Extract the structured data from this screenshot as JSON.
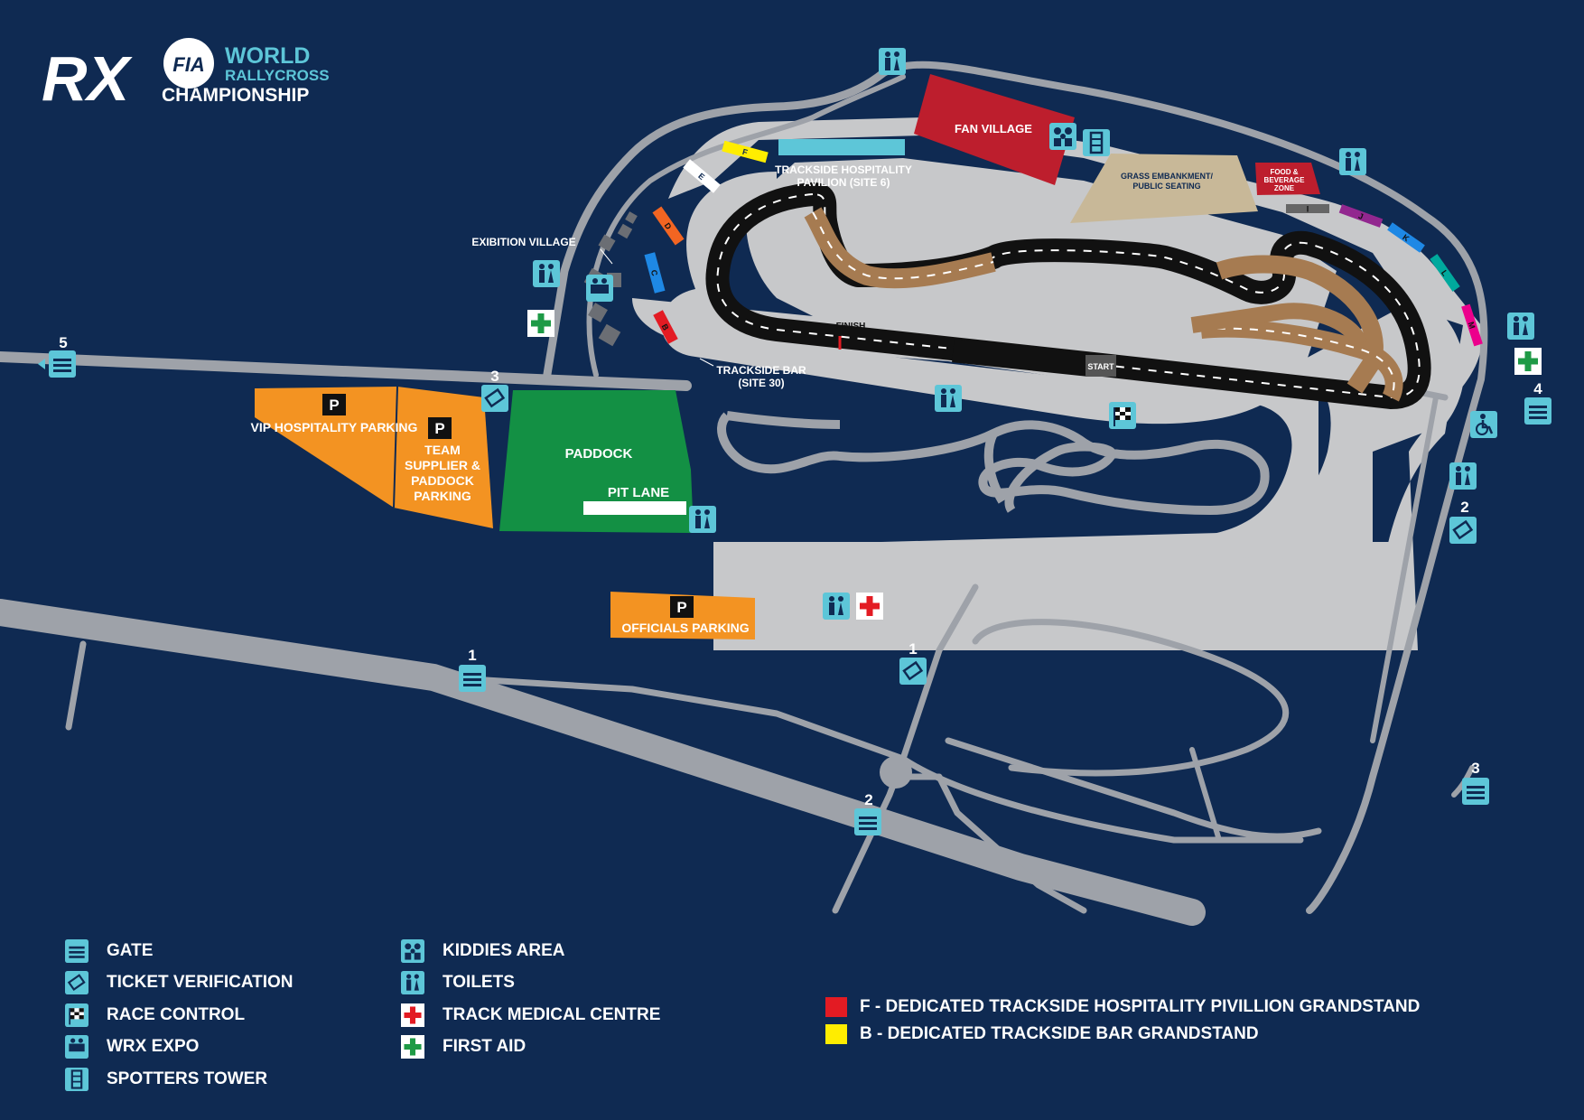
{
  "logo": {
    "mark": "RX",
    "fia": "FIA",
    "line1": "WORLD",
    "line2": "RALLYCROSS",
    "line3": "CHAMPIONSHIP"
  },
  "colors": {
    "background": "#0f2a52",
    "road": "#9ea2a9",
    "venue": "#c7c8ca",
    "tarmac": "#111111",
    "gravel": "#a67b51",
    "parking": "#f39322",
    "paddock": "#139044",
    "fan_village": "#bd1e2d",
    "embankment": "#c8b898",
    "icon": "#5dc6d8",
    "first_aid": "#1e9a46",
    "medical": "#e31b23"
  },
  "areas": {
    "fan_village": "FAN VILLAGE",
    "hospitality_pavilion": "TRACKSIDE HOSPITALITY PAVILION (SITE 6)",
    "embankment": "GRASS EMBANKMENT/ PUBLIC SEATING",
    "food_beverage": "FOOD & BEVERAGE ZONE",
    "exhibition_village": "EXIBITION VILLAGE",
    "trackside_bar": "TRACKSIDE BAR (SITE 30)",
    "vip_parking": "VIP HOSPITALITY PARKING",
    "team_parking": "TEAM SUPPLIER & PADDOCK PARKING",
    "paddock": "PADDOCK",
    "pit_lane": "PIT LANE",
    "officials_parking": "OFFICIALS PARKING",
    "parking_symbol": "P"
  },
  "track": {
    "finish": "FINISH",
    "start": "START"
  },
  "grandstands": [
    {
      "letter": "B",
      "color": "#e31b23"
    },
    {
      "letter": "C",
      "color": "#1e88e5"
    },
    {
      "letter": "D",
      "color": "#f26522"
    },
    {
      "letter": "E",
      "color": "#ffffff"
    },
    {
      "letter": "F",
      "color": "#ffed00"
    },
    {
      "letter": "I",
      "color": "#666666"
    },
    {
      "letter": "J",
      "color": "#92278f"
    },
    {
      "letter": "K",
      "color": "#1e88e5"
    },
    {
      "letter": "L",
      "color": "#00a99d"
    },
    {
      "letter": "M",
      "color": "#ec008c"
    }
  ],
  "gate_numbers": {
    "g5": "5",
    "g3": "3",
    "g4": "4",
    "g2": "2",
    "g1a": "1",
    "g1b": "1",
    "g2b": "2",
    "g3b": "3"
  },
  "legend": {
    "col1": [
      {
        "icon": "gate-icon",
        "label": "GATE"
      },
      {
        "icon": "ticket-icon",
        "label": "TICKET VERIFICATION"
      },
      {
        "icon": "race-control-icon",
        "label": "RACE CONTROL"
      },
      {
        "icon": "wrx-expo-icon",
        "label": "WRX EXPO"
      },
      {
        "icon": "spotters-tower-icon",
        "label": "SPOTTERS TOWER"
      }
    ],
    "col2": [
      {
        "icon": "kiddies-icon",
        "label": "KIDDIES AREA"
      },
      {
        "icon": "toilets-icon",
        "label": "TOILETS"
      },
      {
        "icon": "medical-icon",
        "label": "TRACK MEDICAL CENTRE"
      },
      {
        "icon": "first-aid-icon",
        "label": "FIRST AID"
      }
    ],
    "grandstand_key": [
      {
        "color": "#e31b23",
        "label": "F - DEDICATED TRACKSIDE HOSPITALITY PIVILLION GRANDSTAND"
      },
      {
        "color": "#ffed00",
        "label": "B - DEDICATED TRACKSIDE BAR GRANDSTAND"
      }
    ]
  }
}
